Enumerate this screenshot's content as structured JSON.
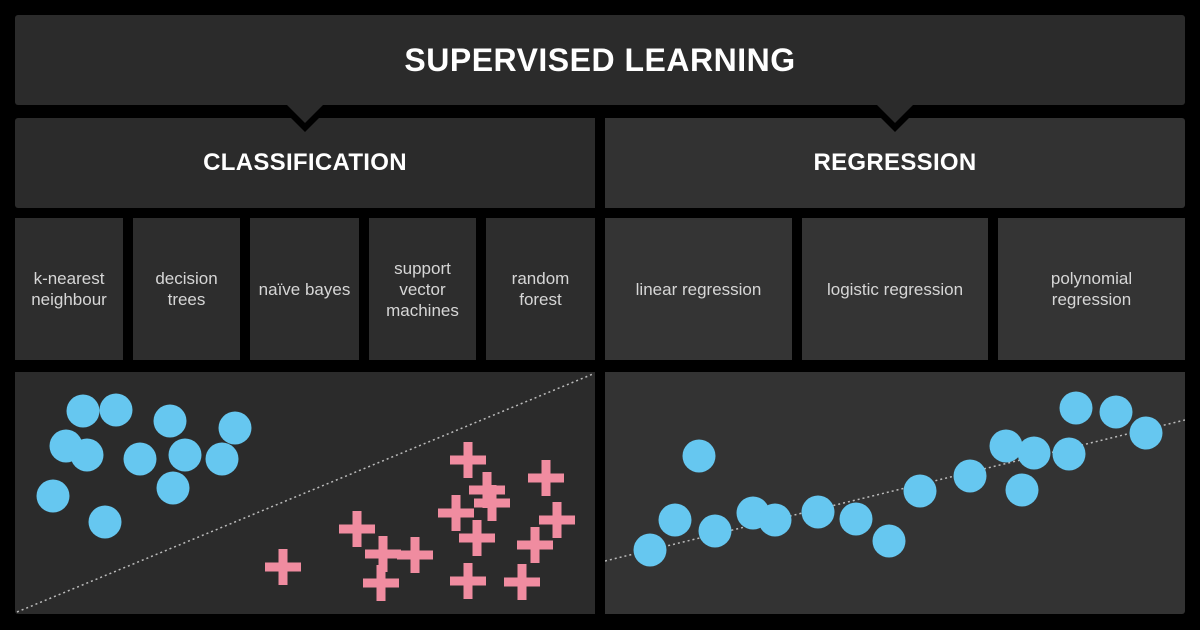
{
  "title": "SUPERVISED LEARNING",
  "categories": {
    "classification": "CLASSIFICATION",
    "regression": "REGRESSION"
  },
  "classification_algorithms": [
    "k-nearest\nneighbour",
    "decision\ntrees",
    "naïve bayes",
    "support\nvector\nmachines",
    "random\nforest"
  ],
  "regression_algorithms": [
    "linear regression",
    "logistic regression",
    "polynomial\nregression"
  ],
  "colors": {
    "circle": "#66c7f0",
    "plus": "#f08ca0",
    "line": "#bbbbbb"
  }
}
